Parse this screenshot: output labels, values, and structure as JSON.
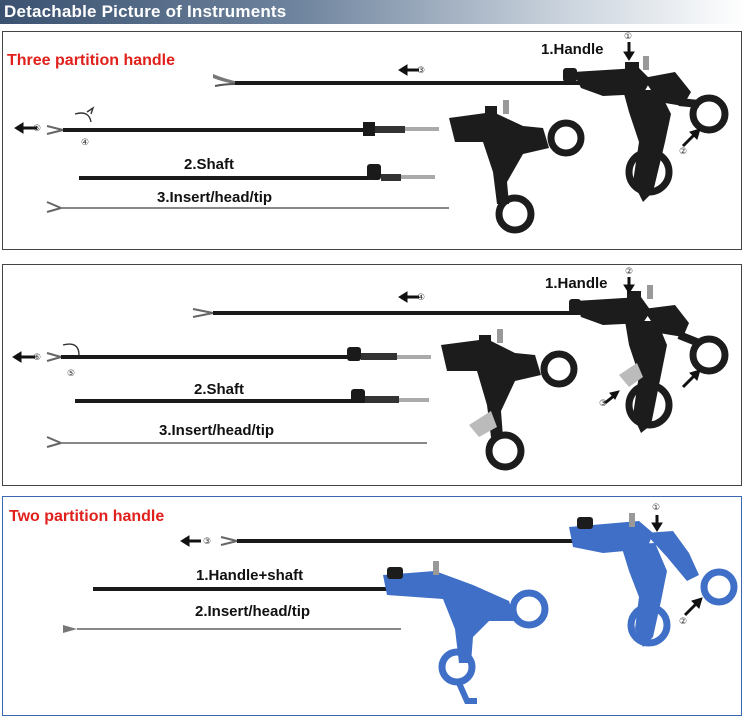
{
  "header": {
    "title": "Detachable Picture of Instruments"
  },
  "panel1": {
    "title": "Three partition handle",
    "labels": {
      "handle": "1.Handle",
      "shaft": "2.Shaft",
      "insert": "3.Insert/head/tip"
    },
    "markers": {
      "m1": "①",
      "m2": "②",
      "m3": "③",
      "m4": "④",
      "m5": "⑤"
    }
  },
  "panel2": {
    "labels": {
      "handle": "1.Handle",
      "shaft": "2.Shaft",
      "insert": "3.Insert/head/tip"
    },
    "markers": {
      "m2": "②",
      "m3": "③",
      "m4": "④",
      "m5": "⑤",
      "m6": "⑥"
    }
  },
  "panel3": {
    "title": "Two partition handle",
    "labels": {
      "handle_shaft": "1.Handle+shaft",
      "insert": "2.Insert/head/tip"
    },
    "markers": {
      "m1": "①",
      "m2": "②",
      "m3": "③"
    }
  },
  "colors": {
    "title_red": "#e0201b",
    "handle_black": "#1c1c1c",
    "handle_blue": "#3f6fc6",
    "panel3_border": "#3b67b4"
  }
}
